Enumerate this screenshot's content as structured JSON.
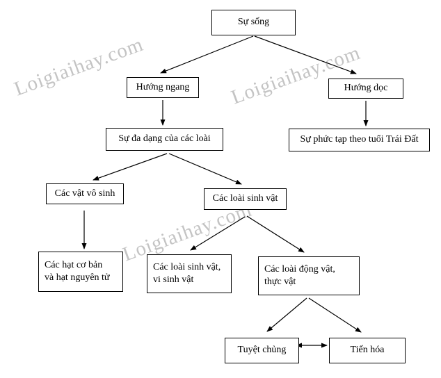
{
  "watermark": {
    "text": "Loigiaihay.com",
    "color": "#c4c4c4"
  },
  "nodes": {
    "su_song": {
      "label": "Sự sống"
    },
    "huong_ngang": {
      "label": "Hướng ngang"
    },
    "huong_doc": {
      "label": "Hướng dọc"
    },
    "su_da_dang": {
      "label": "Sự đa dạng của các loài"
    },
    "su_phuc_tap": {
      "label": "Sự phức tạp theo tuổi Trái Đất"
    },
    "cac_vat_vo_sinh": {
      "label": "Các vật vô sinh"
    },
    "cac_loai_sinh_vat": {
      "label": "Các loài sinh vật"
    },
    "cac_hat_co_ban": {
      "label": "Các hạt cơ bản\nvà hạt nguyên tử"
    },
    "cac_loai_sinh_vat_vi_sinh_vat": {
      "label": "Các loài sinh vật,\nvi sinh vật"
    },
    "cac_loai_dong_vat_thuc_vat": {
      "label": "Các loài động vật,\nthực vật"
    },
    "tuyet_chung": {
      "label": "Tuyệt chủng"
    },
    "tien_hoa": {
      "label": "Tiến hóa"
    }
  },
  "edges": [
    {
      "from": "su_song",
      "to": "huong_ngang"
    },
    {
      "from": "su_song",
      "to": "huong_doc"
    },
    {
      "from": "huong_ngang",
      "to": "su_da_dang"
    },
    {
      "from": "huong_doc",
      "to": "su_phuc_tap"
    },
    {
      "from": "su_da_dang",
      "to": "cac_vat_vo_sinh"
    },
    {
      "from": "su_da_dang",
      "to": "cac_loai_sinh_vat"
    },
    {
      "from": "cac_vat_vo_sinh",
      "to": "cac_hat_co_ban"
    },
    {
      "from": "cac_loai_sinh_vat",
      "to": "cac_loai_sinh_vat_vi_sinh_vat"
    },
    {
      "from": "cac_loai_sinh_vat",
      "to": "cac_loai_dong_vat_thuc_vat"
    },
    {
      "from": "cac_loai_dong_vat_thuc_vat",
      "to": "tuyet_chung"
    },
    {
      "from": "cac_loai_dong_vat_thuc_vat",
      "to": "tien_hoa"
    },
    {
      "from": "tuyet_chung",
      "to": "tien_hoa",
      "bidirectional": true
    }
  ]
}
